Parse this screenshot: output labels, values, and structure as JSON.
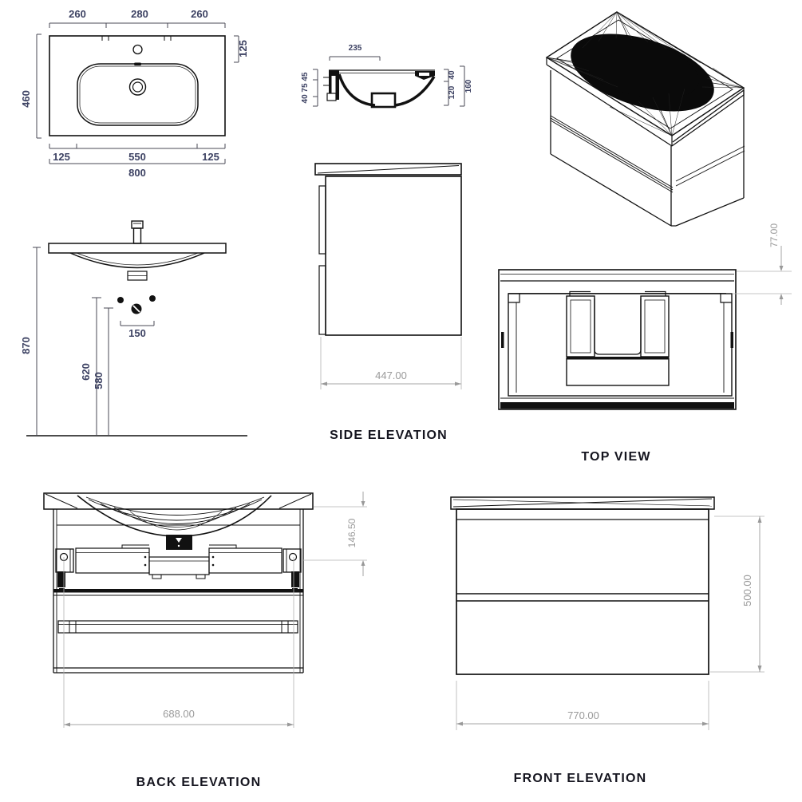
{
  "drawing": {
    "subject": "wall-hung-vanity-unit-technical-drawing",
    "colors": {
      "line": "#111111",
      "dimension_navy": "#3d4263",
      "dimension_gray": "#9a9a9a",
      "label": "#15151f",
      "background": "#ffffff"
    },
    "basin_plan": {
      "top_dims": [
        "260",
        "280",
        "260"
      ],
      "left_dim": "460",
      "right_dim": "125",
      "bottom_dims": [
        "125",
        "550",
        "125"
      ],
      "overall_width": "800"
    },
    "basin_section": {
      "top_dim": "235",
      "left_stack_dims": "40 75 45",
      "right_upper_dim": "40",
      "right_lower_dim": "120",
      "right_total_dim": "160"
    },
    "wall_elevation": {
      "rim_height_dim": "870",
      "supply_height_dim": "620",
      "waste_height_dim": "580",
      "centres_dim": "150"
    },
    "side_elevation": {
      "label": "SIDE ELEVATION",
      "depth_dim": "447.00"
    },
    "top_view": {
      "label": "TOP VIEW",
      "overhang_dim": "77.00"
    },
    "back_elevation": {
      "label": "BACK ELEVATION",
      "bracket_height_dim": "146.50",
      "fixing_centres_dim": "688.00"
    },
    "front_elevation": {
      "label": "FRONT ELEVATION",
      "cabinet_height_dim": "500.00",
      "cabinet_width_dim": "770.00"
    }
  }
}
